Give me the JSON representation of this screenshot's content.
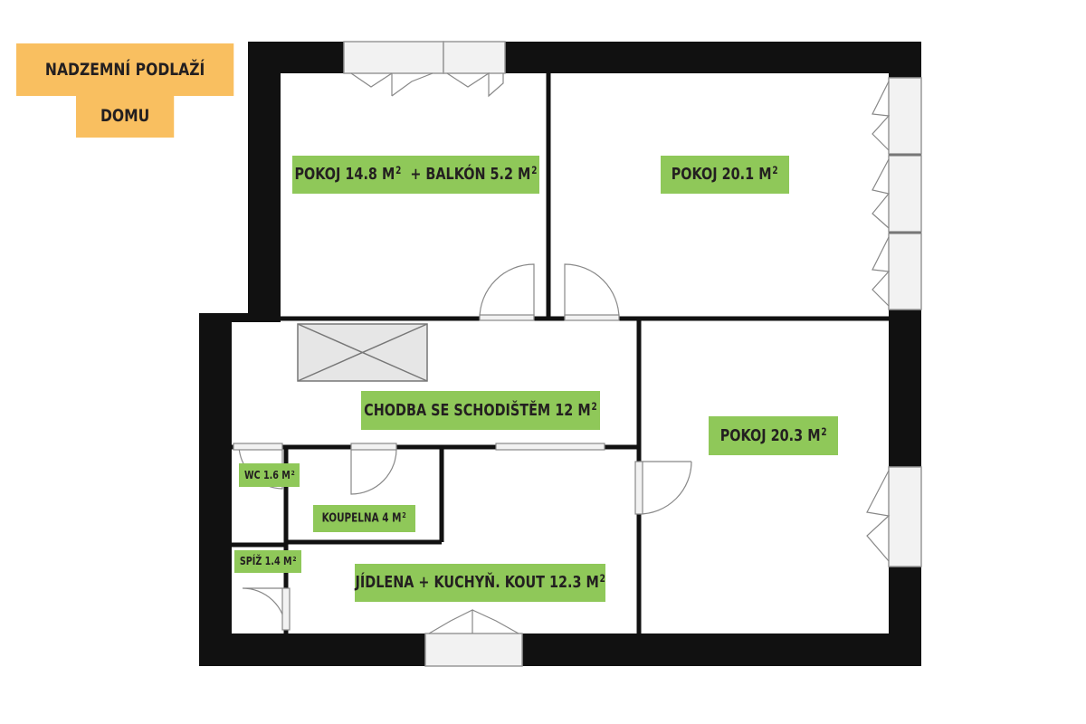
{
  "title": {
    "line1": "NADZEMNÍ PODLAŽÍ",
    "line2": "DOMU"
  },
  "rooms": {
    "bedroom_top_left": {
      "text": "POKOJ 14.8 M",
      "sup": "2",
      "extra_text": "+ BALKÓN 5.2 M",
      "extra_sup": "2"
    },
    "bedroom_top_right": {
      "text": "POKOJ 20.1 M",
      "sup": "2"
    },
    "hallway": {
      "text": "CHODBA SE SCHODIŠTĚM 12 M",
      "sup": "2"
    },
    "bedroom_right": {
      "text": "POKOJ 20.3 M",
      "sup": "2"
    },
    "wc": {
      "text": "WC 1.6 M",
      "sup": "2"
    },
    "bathroom": {
      "text": "KOUPELNA 4 M",
      "sup": "2"
    },
    "pantry": {
      "text": "SPÍŽ 1.4 M",
      "sup": "2"
    },
    "dining_kitchen": {
      "text": "JÍDLENA + KUCHYŇ. KOUT 12.3 M",
      "sup": "2"
    }
  },
  "colors": {
    "wall": "#111111",
    "label_bg": "#8fc859",
    "title_bg": "#f9bf60",
    "window_fill": "#f2f2f2"
  }
}
